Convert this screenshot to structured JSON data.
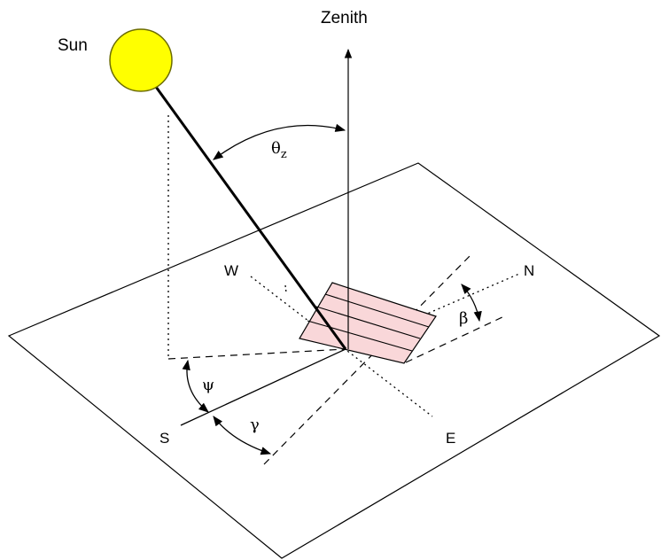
{
  "labels": {
    "sun": "Sun",
    "zenith": "Zenith",
    "west": "W",
    "north": "N",
    "south": "S",
    "east": "E"
  },
  "angles": {
    "zenith_angle": "θ",
    "zenith_angle_subscript": "z",
    "slope": "β",
    "surface_azimuth": "γ",
    "solar_azimuth": "ψ"
  },
  "colors": {
    "sun_fill": "#ffff00",
    "sun_outline": "#6b6b00",
    "panel_fill": "#f9d7d9",
    "lines": "#000000"
  }
}
